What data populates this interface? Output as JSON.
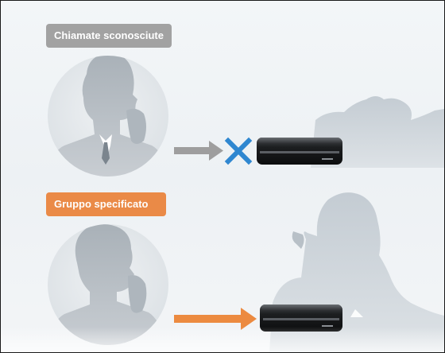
{
  "groups": {
    "unknown_calls": {
      "label": "Chiamate sconosciute"
    },
    "specified_group": {
      "label": "Gruppo specificato"
    }
  },
  "colors": {
    "unknown_badge": "#a2a2a2",
    "specified_badge": "#ea8a47",
    "blocked_arrow": "#9e9e9e",
    "allowed_arrow": "#ec8a40",
    "block_mark": "#2f87d0",
    "silhouette": "#9aa3ab",
    "circle": "#e3e7ea"
  },
  "icons": {
    "caller_top": "man-on-phone-silhouette",
    "caller_bottom": "woman-on-phone-silhouette",
    "block": "blue-x-icon",
    "device": "call-blocker-device-icon",
    "receiver_top": "man-listening-silhouette",
    "receiver_bottom": "woman-on-phone-silhouette"
  }
}
